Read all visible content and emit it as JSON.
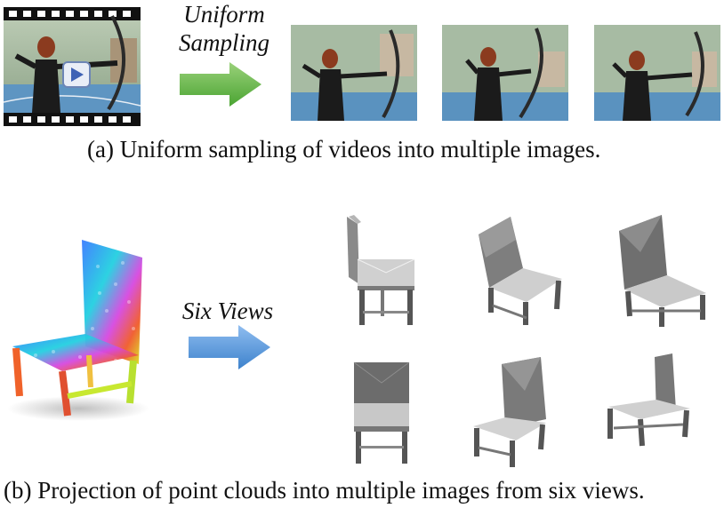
{
  "panel_a": {
    "arrow_label_line1": "Uniform",
    "arrow_label_line2": "Sampling",
    "caption": "(a) Uniform sampling of videos into multiple images.",
    "arrow_color": "#5fb845",
    "icon": "play-icon",
    "frame_count": 3
  },
  "panel_b": {
    "arrow_label": "Six Views",
    "caption": "(b) Projection of point clouds into multiple images from six views.",
    "arrow_color": "#4a8fd4",
    "view_count": 6
  }
}
